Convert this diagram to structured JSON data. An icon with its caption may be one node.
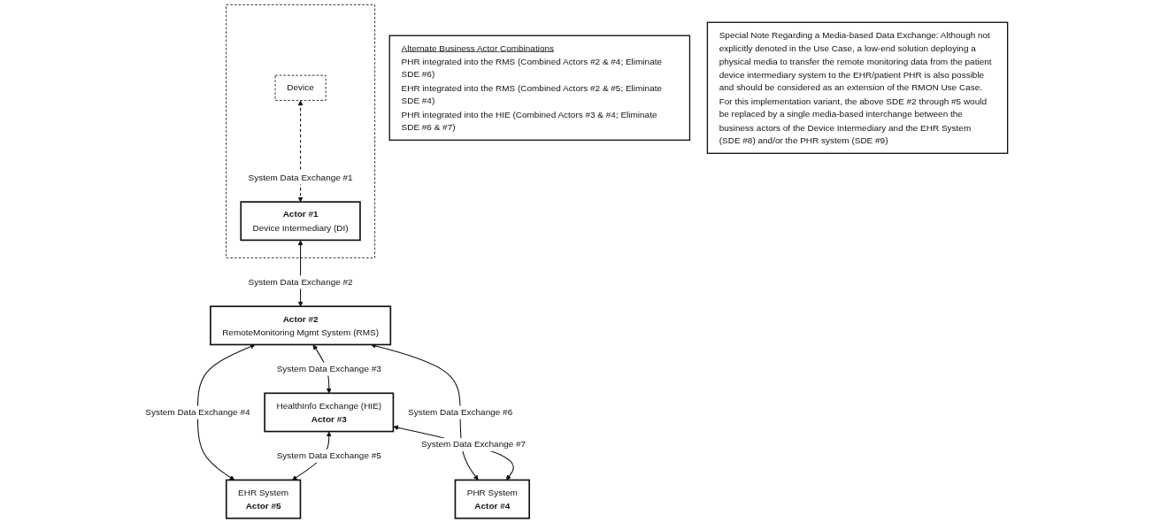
{
  "diagram": {
    "nodes": [
      {
        "text": [],
        "shape": "box"
      },
      {
        "text": [
          "Device"
        ],
        "in": 0
      },
      {
        "text": [
          "Actor #1",
          "Device Intermediary (DI)"
        ],
        "in": 0
      },
      {
        "text": [
          "Actor #2",
          "RemoteMonitoring Mgmt System (RMS)"
        ]
      },
      {
        "text": [
          "HealthInfo Exchange (HIE)",
          "Actor #3"
        ]
      },
      {
        "text": [
          "PHR System",
          "Actor #4"
        ]
      },
      {
        "text": [
          "EHR System",
          "Actor #5"
        ]
      },
      {
        "text": [
          "Alternate Business Actor Combinations",
          "PHR integrated into the RMS (Combined Actors #2 & #4; Eliminate SDE #6)",
          "EHR integrated into the RMS (Combined Actors #2 & #5; Eliminate SDE #4)",
          "PHR integrated into the HIE (Combined Actors #3 & #4; Eliminate SDE #6 & #7)"
        ]
      },
      {
        "text": [
          "Special Note Regarding a Media-based Data Exchange: Although not explicitly denoted in the Use Case, a low-end solution deploying a physical media to transfer the remote monitoring data from the patient device intermediary system to the EHR/patient PHR is also possible and should be considered as an extension of the RMON Use Case. For this implementation variant, the above SDE #2 through #5 would be replaced by a single media-based interchange between the business actors of the Device Intermediary and the EHR System (SDE #8) and/or the PHR system (SDE #9)"
        ]
      }
    ],
    "edges": [
      {
        "from": 1,
        "to": 2,
        "arrow": "both",
        "label": "System Data Exchange #1",
        "style": "dashed"
      },
      {
        "from": 2,
        "to": 3,
        "arrow": "both",
        "label": "System Data Exchange #2"
      },
      {
        "from": 3,
        "to": 4,
        "arrow": "both",
        "label": "System Data Exchange #3"
      },
      {
        "from": 3,
        "to": 6,
        "arrow": "both",
        "label": "System Data Exchange #4"
      },
      {
        "from": 4,
        "to": 6,
        "arrow": "both",
        "label": "System Data Exchange #5"
      },
      {
        "from": 3,
        "to": 5,
        "arrow": "both",
        "label": "System Data Exchange #6"
      },
      {
        "from": 4,
        "to": 5,
        "arrow": "both",
        "label": "System Data Exchange #7"
      }
    ]
  }
}
